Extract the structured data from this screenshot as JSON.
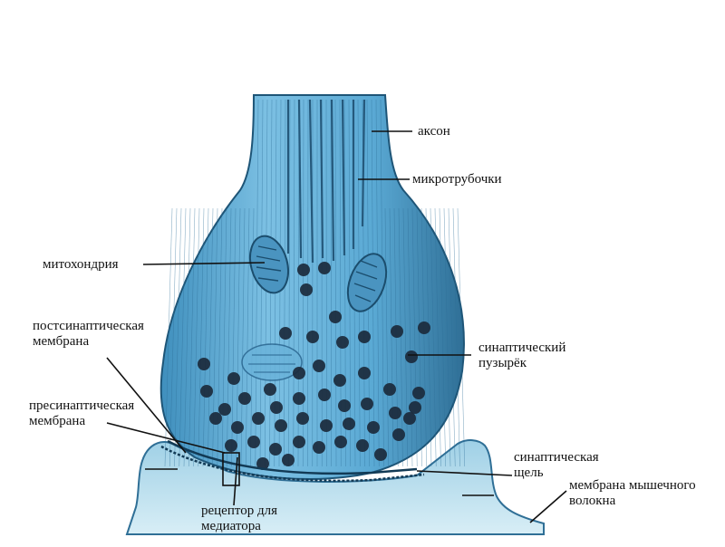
{
  "labels": {
    "axon": "аксон",
    "microtubules": "микротрубочки",
    "mitochondria": "митохондрия",
    "postsynaptic_membrane": [
      "постсинаптическая",
      "мембрана"
    ],
    "presynaptic_membrane": [
      "пресинаптическая",
      "мембрана"
    ],
    "synaptic_vesicle": [
      "синаптический",
      "пузырёк"
    ],
    "synaptic_cleft": [
      "синаптическая",
      "щель"
    ],
    "muscle_fiber_membrane": [
      "мембрана мышечного",
      "волокна"
    ],
    "mediator_receptor": [
      "рецептор для",
      "медиатора"
    ]
  },
  "colors": {
    "terminal_fill": "#5aa9d4",
    "terminal_light": "#9fd2ec",
    "terminal_dark": "#2f6f96",
    "vesicle": "#1b2a3c",
    "muscle_fill": "#b8ddea",
    "line": "#111111"
  }
}
